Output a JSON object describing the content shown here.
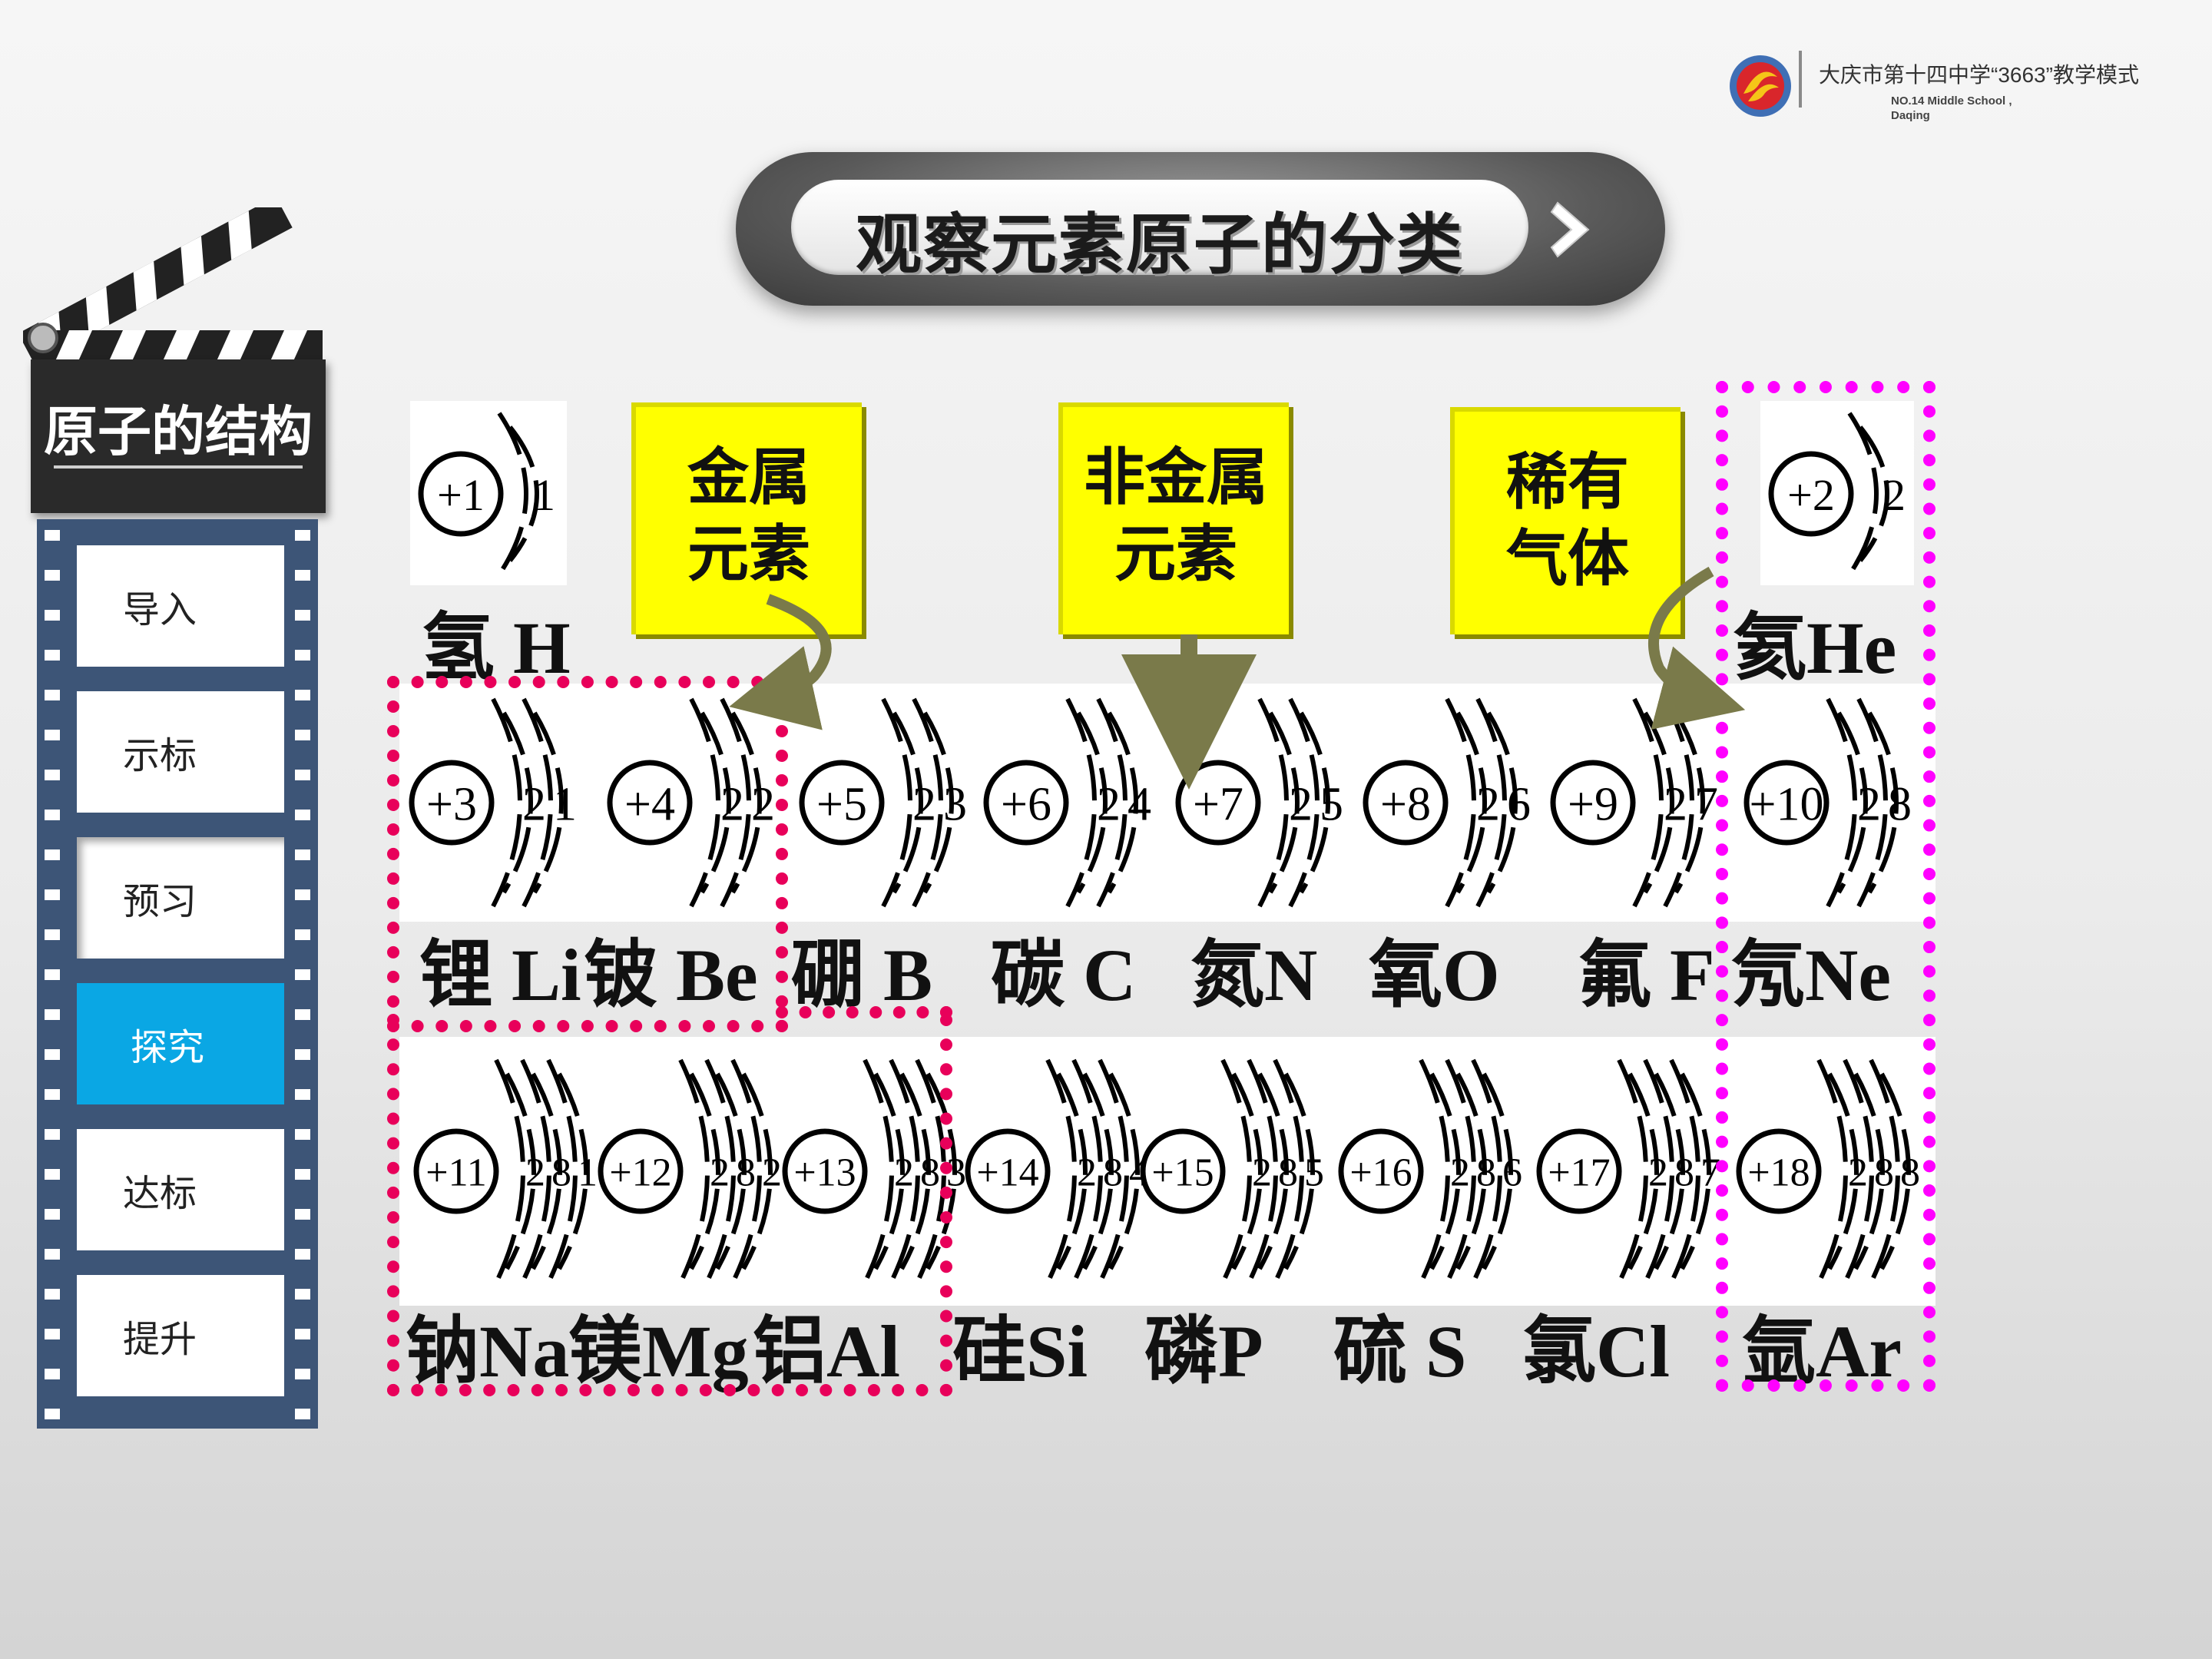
{
  "brand": {
    "school": "大庆市第十四中学“3663”教学模式",
    "school_en": "NO.14  Middle  School ,\nDaqing"
  },
  "title": "观察元素原子的分类",
  "sidebar": {
    "title": "原子的结构",
    "items": [
      {
        "label": "导入",
        "active": false
      },
      {
        "label": "示标",
        "active": false
      },
      {
        "label": "预习",
        "active": false
      },
      {
        "label": "探究",
        "active": true
      },
      {
        "label": "达标",
        "active": false
      },
      {
        "label": "提升",
        "active": false
      }
    ]
  },
  "categories": [
    {
      "line1": "金属",
      "line2": "元素"
    },
    {
      "line1": "非金属",
      "line2": "元素"
    },
    {
      "line1": "稀有",
      "line2": "气体"
    }
  ],
  "elements": [
    {
      "nucleus": "+1",
      "shells": "1",
      "name": "氢 H"
    },
    {
      "nucleus": "+2",
      "shells": "2",
      "name": "氦He"
    },
    {
      "nucleus": "+3",
      "shells": "21",
      "name": "锂 Li"
    },
    {
      "nucleus": "+4",
      "shells": "22",
      "name": "铍 Be"
    },
    {
      "nucleus": "+5",
      "shells": "23",
      "name": "硼 B"
    },
    {
      "nucleus": "+6",
      "shells": "24",
      "name": "碳 C"
    },
    {
      "nucleus": "+7",
      "shells": "25",
      "name": "氮N"
    },
    {
      "nucleus": "+8",
      "shells": "26",
      "name": "氧O"
    },
    {
      "nucleus": "+9",
      "shells": "27",
      "name": "氟 F"
    },
    {
      "nucleus": "+10",
      "shells": "28",
      "name": "氖Ne"
    },
    {
      "nucleus": "+11",
      "shells": "281",
      "name": "钠Na"
    },
    {
      "nucleus": "+12",
      "shells": "282",
      "name": "镁Mg"
    },
    {
      "nucleus": "+13",
      "shells": "283",
      "name": "铝Al"
    },
    {
      "nucleus": "+14",
      "shells": "284",
      "name": "硅Si"
    },
    {
      "nucleus": "+15",
      "shells": "285",
      "name": "磷P"
    },
    {
      "nucleus": "+16",
      "shells": "286",
      "name": "硫 S"
    },
    {
      "nucleus": "+17",
      "shells": "287",
      "name": "氯Cl"
    },
    {
      "nucleus": "+18",
      "shells": "288",
      "name": "氩Ar"
    }
  ],
  "colors": {
    "category_bg": "#ffff00",
    "metal_border": "#e8005a",
    "noble_border": "#ff00ff",
    "active_nav": "#0aa7e4",
    "film": "#3d5577"
  }
}
